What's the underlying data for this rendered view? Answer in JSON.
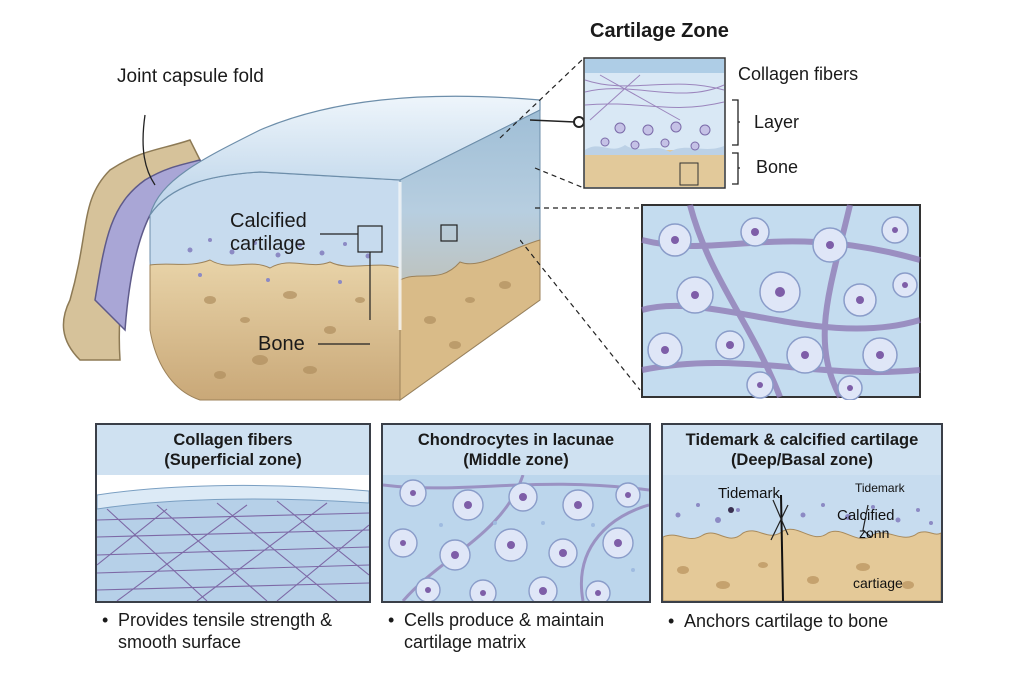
{
  "main": {
    "label_capsule": "Joint capsule fold",
    "label_calcified_1": "Calcified",
    "label_calcified_2": "cartilage",
    "label_bone": "Bone"
  },
  "zoom": {
    "title": "Cartilage Zone",
    "label_collagen": "Collagen fibers",
    "label_layer": "Layer",
    "label_bone": "Bone"
  },
  "panels": [
    {
      "title_line1": "Collagen fibers",
      "title_line2": "(Superficial zone)",
      "bullet_line1": "Provides tensile strength &",
      "bullet_line2": "smooth surface"
    },
    {
      "title_line1": "Chondrocytes in lacunae",
      "title_line2": "(Middle zone)",
      "bullet_line1": "Cells produce & maintain",
      "bullet_line2": "cartilage matrix"
    },
    {
      "title_line1": "Tidemark & calcified cartilage",
      "title_line2": "(Deep/Basal zone)",
      "bullet_line1": "Anchors cartilage to bone",
      "inset_tidemark_1": "Tidemark",
      "inset_tidemark_2": "Tidemark",
      "inset_calcified_1": "Calcified",
      "inset_calcified_2": "zonn",
      "inset_cartilage": "cartiage"
    }
  ],
  "bullet_symbol": "•",
  "colors": {
    "cartilage_blue": "#bcd6ec",
    "bone_tan": "#e2c99a",
    "collagen_purple": "#8a73ad",
    "cell_purple": "#7e5ea8",
    "border": "#3a3f48"
  }
}
